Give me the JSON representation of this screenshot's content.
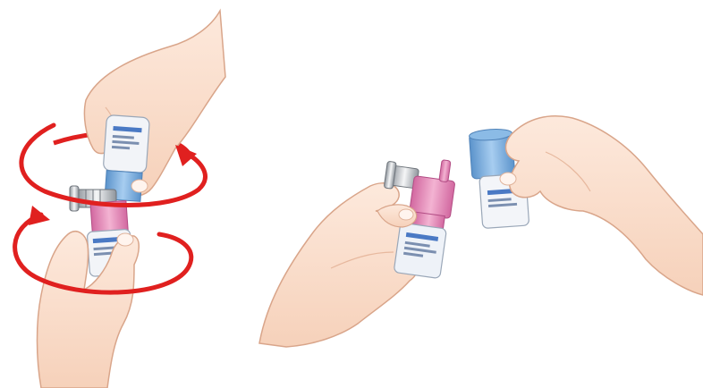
{
  "panels": [
    {
      "id": "left",
      "action": "twist",
      "vial_top": {
        "cap_color": "#7db3e0",
        "label_color": "#f2f4f8",
        "label_accent": "#4a79c4"
      },
      "vial_bottom": {
        "cap_color": "#e58ab6",
        "label_color": "#f2f4f8",
        "label_accent": "#4a79c4"
      },
      "arrows_color": "#e0201f",
      "icons": [
        "rotate-arrow-upper-icon",
        "rotate-arrow-lower-icon"
      ]
    },
    {
      "id": "right",
      "action": "separate",
      "vial_left": {
        "cap_color": "#e58ab6",
        "label_color": "#eef2f8",
        "label_accent": "#4a79c4"
      },
      "vial_right": {
        "cap_color": "#7db3e0",
        "label_color": "#f3f5f9",
        "label_accent": "#4a79c4"
      }
    }
  ],
  "colors": {
    "skin": "#fbe2d0",
    "skin_shadow": "#f3c8ae",
    "outline": "#d9a58a",
    "nail": "#fff4ee",
    "pink_cap": "#e58ab6",
    "blue_cap": "#7db3e0",
    "red_arrow": "#e0201f",
    "silver": "#cfd3d8"
  }
}
